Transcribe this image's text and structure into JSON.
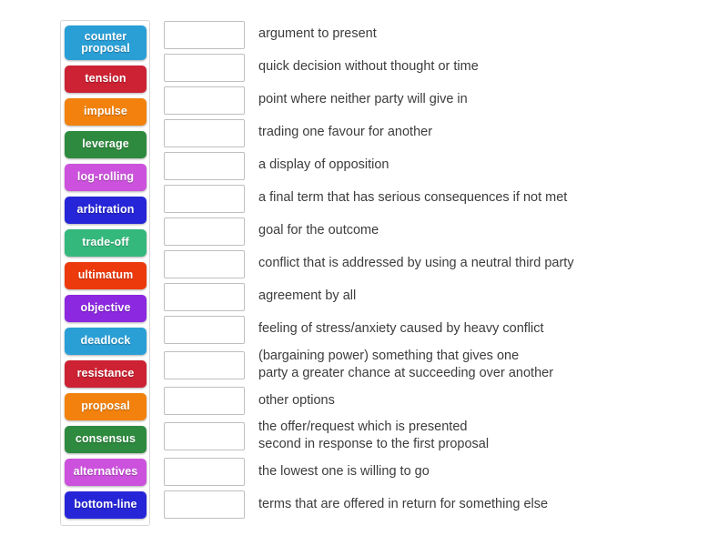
{
  "activity": {
    "type": "match-up",
    "tray_label": "word tiles"
  },
  "tiles": [
    {
      "label": "counter\nproposal",
      "color": "#2a9fd6",
      "two_line": true
    },
    {
      "label": "tension",
      "color": "#cc2233",
      "two_line": false
    },
    {
      "label": "impulse",
      "color": "#f2820d",
      "two_line": false
    },
    {
      "label": "leverage",
      "color": "#2d8a3e",
      "two_line": false
    },
    {
      "label": "log-rolling",
      "color": "#cc52dd",
      "two_line": false
    },
    {
      "label": "arbitration",
      "color": "#2626d8",
      "two_line": false
    },
    {
      "label": "trade-off",
      "color": "#35b87c",
      "two_line": false
    },
    {
      "label": "ultimatum",
      "color": "#ec3a0c",
      "two_line": false
    },
    {
      "label": "objective",
      "color": "#8b28e0",
      "two_line": false
    },
    {
      "label": "deadlock",
      "color": "#2a9fd6",
      "two_line": false
    },
    {
      "label": "resistance",
      "color": "#cc2233",
      "two_line": false
    },
    {
      "label": "proposal",
      "color": "#f2820d",
      "two_line": false
    },
    {
      "label": "consensus",
      "color": "#2d8a3e",
      "two_line": false
    },
    {
      "label": "alternatives",
      "color": "#cc52dd",
      "two_line": false
    },
    {
      "label": "bottom-line",
      "color": "#2626d8",
      "two_line": false
    }
  ],
  "rows": [
    {
      "definition": "argument to present",
      "answer": ""
    },
    {
      "definition": "quick decision without thought or time",
      "answer": ""
    },
    {
      "definition": "point where neither party will give in",
      "answer": ""
    },
    {
      "definition": "trading one favour for another",
      "answer": ""
    },
    {
      "definition": "a display of opposition",
      "answer": ""
    },
    {
      "definition": "a final term that has serious consequences if not met",
      "answer": ""
    },
    {
      "definition": "goal for the outcome",
      "answer": ""
    },
    {
      "definition": "conflict that is addressed by using a neutral third party",
      "answer": ""
    },
    {
      "definition": "agreement by all",
      "answer": ""
    },
    {
      "definition": "feeling of stress/anxiety caused by heavy conflict",
      "answer": ""
    },
    {
      "definition": "(bargaining power) something that gives one\nparty a greater chance at succeeding over another",
      "answer": ""
    },
    {
      "definition": "other options",
      "answer": ""
    },
    {
      "definition": "the offer/request which is presented\nsecond in response to the first proposal",
      "answer": ""
    },
    {
      "definition": "the lowest one is willing to go",
      "answer": ""
    },
    {
      "definition": "terms that are offered in return for something else",
      "answer": ""
    }
  ],
  "theme": {
    "page_background": "#ffffff",
    "tray_border": "#d8d8d8",
    "dropbox_border": "#bfbfbf",
    "definition_text": "#3c3c3c",
    "tile_text": "#ffffff"
  }
}
